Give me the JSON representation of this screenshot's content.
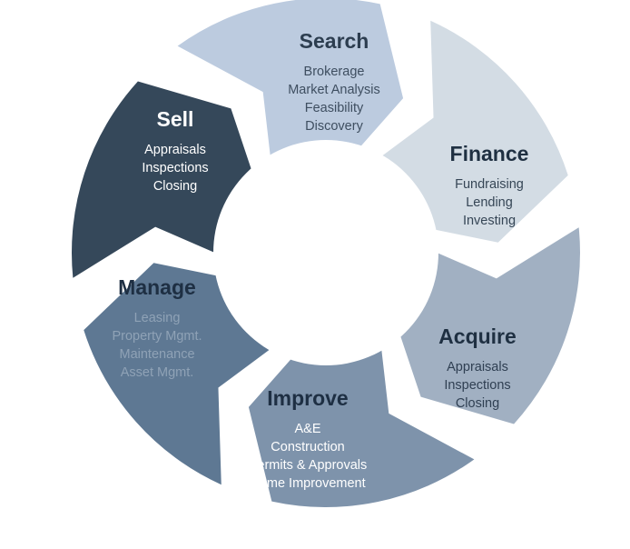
{
  "segments": [
    {
      "title": "Search",
      "items": [
        "Brokerage",
        "Market Analysis",
        "Feasibility",
        "Discovery"
      ],
      "color": "#bccbdf",
      "title_color": "#2d3e50",
      "text_color": "#3e4e60"
    },
    {
      "title": "Finance",
      "items": [
        "Fundraising",
        "Lending",
        "Investing"
      ],
      "color": "#d3dce4",
      "title_color": "#1f3042",
      "text_color": "#364656"
    },
    {
      "title": "Acquire",
      "items": [
        "Appraisals",
        "Inspections",
        "Closing"
      ],
      "color": "#a1b0c2",
      "title_color": "#1f3042",
      "text_color": "#2f3f52"
    },
    {
      "title": "Improve",
      "items": [
        "A&E",
        "Construction",
        "Permits & Approvals",
        "Home Improvement"
      ],
      "color": "#7e93ab",
      "title_color": "#1e2f43",
      "text_color": "#ffffff"
    },
    {
      "title": "Manage",
      "items": [
        "Leasing",
        "Property Mgmt.",
        "Maintenance",
        "Asset Mgmt."
      ],
      "color": "#5e7893",
      "title_color": "#1e2f43",
      "text_color": "#8fa2b6"
    },
    {
      "title": "Sell",
      "items": [
        "Appraisals",
        "Inspections",
        "Closing"
      ],
      "color": "#35485a",
      "title_color": "#ffffff",
      "text_color": "#ffffff"
    }
  ]
}
